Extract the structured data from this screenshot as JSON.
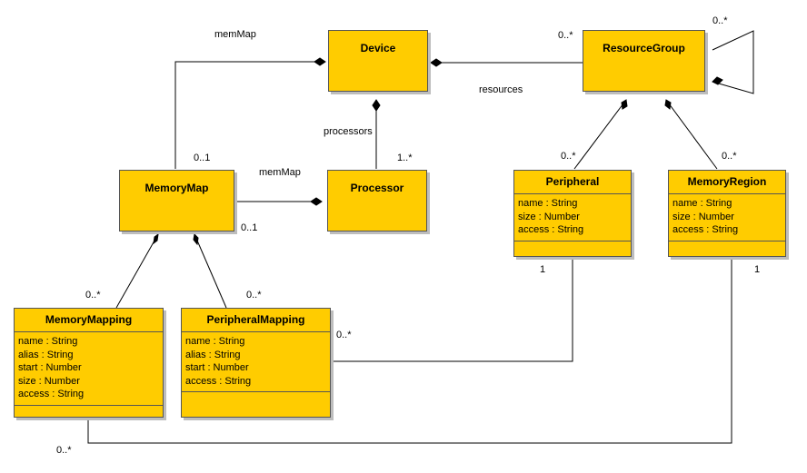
{
  "classes": {
    "device": {
      "name": "Device"
    },
    "resource_group": {
      "name": "ResourceGroup"
    },
    "memory_map": {
      "name": "MemoryMap"
    },
    "processor": {
      "name": "Processor"
    },
    "peripheral": {
      "name": "Peripheral",
      "attributes": [
        "name : String",
        "size : Number",
        "access : String"
      ]
    },
    "memory_region": {
      "name": "MemoryRegion",
      "attributes": [
        "name : String",
        "size : Number",
        "access : String"
      ]
    },
    "memory_mapping": {
      "name": "MemoryMapping",
      "attributes": [
        "name : String",
        "alias : String",
        "start : Number",
        "size : Number",
        "access : String"
      ]
    },
    "peripheral_mapping": {
      "name": "PeripheralMapping",
      "attributes": [
        "name : String",
        "alias : String",
        "start : Number",
        "access : String"
      ]
    }
  },
  "labels": {
    "device_memmap_role": "memMap",
    "memorymap_processor_role": "memMap",
    "device_resources_role": "resources",
    "device_processors_role": "processors",
    "memmap_mult": "0..1",
    "processor_mult": "1..*",
    "memorymap_processor_mult": "0..1",
    "resourcegroup_mult": "0..*",
    "resourcegroup_self_mult": "0..*",
    "peripheral_mult": "0..*",
    "memoryregion_mult": "0..*",
    "memorymapping_mult": "0..*",
    "peripheralmapping_mult": "0..*",
    "peripheral_one": "1",
    "memoryregion_one": "1",
    "peripheralmapping_ref_mult": "0..*",
    "memorymapping_ref_mult": "0..*"
  },
  "colors": {
    "box_fill": "#ffcc00",
    "line": "#000000"
  }
}
